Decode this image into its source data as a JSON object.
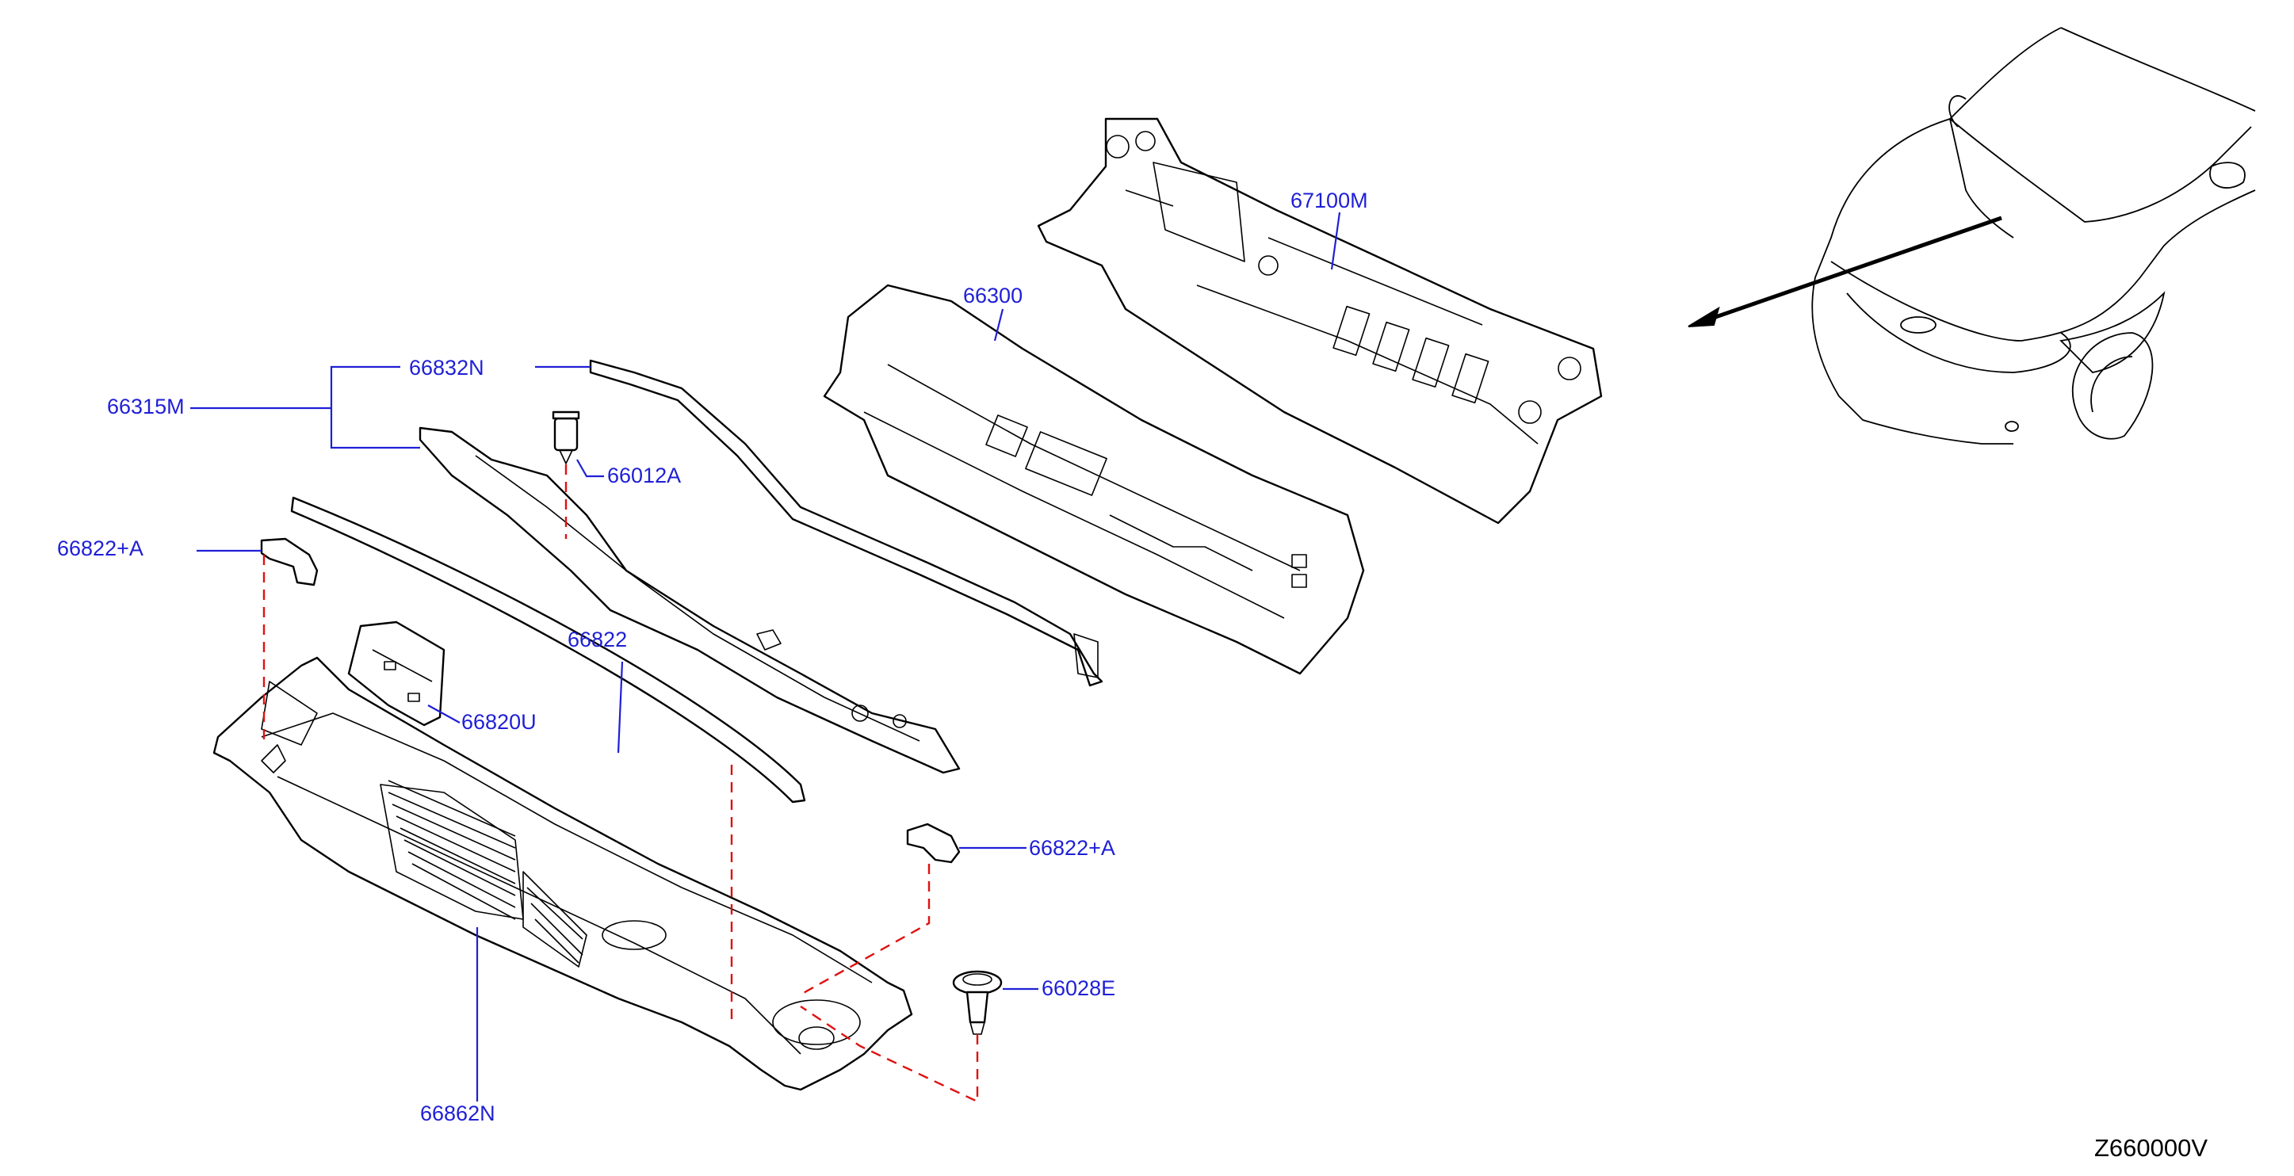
{
  "diagram": {
    "labels": {
      "p67100M": "67100M",
      "p66300": "66300",
      "p66832N": "66832N",
      "p66315M": "66315M",
      "p66012A": "66012A",
      "p66822A_top": "66822+A",
      "p66822": "66822",
      "p66820U": "66820U",
      "p66822A_right": "66822+A",
      "p66028E": "66028E",
      "p66862N": "66862N"
    },
    "drawing_code": "Z660000V"
  }
}
